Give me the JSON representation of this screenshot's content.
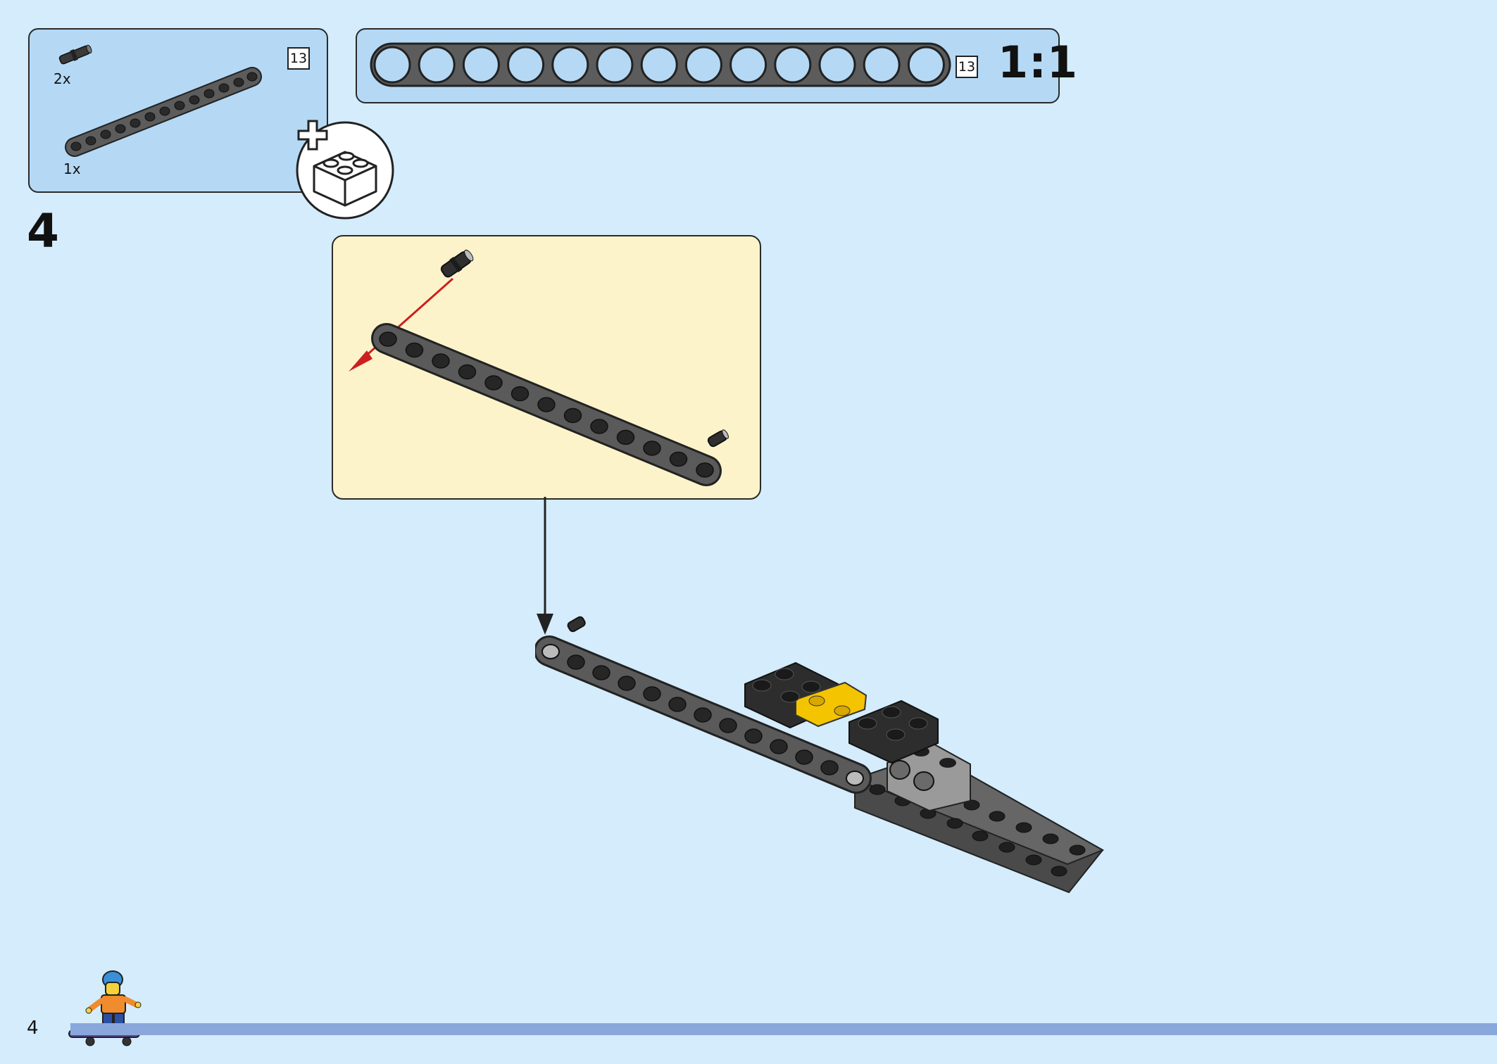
{
  "parts_callout": {
    "items": [
      {
        "quantity": "2x",
        "part": "connector-pin"
      },
      {
        "quantity": "1x",
        "part": "beam-13"
      }
    ],
    "beam_length": "13"
  },
  "scale_reference": {
    "beam_length": "13",
    "scale": "1:1",
    "hole_count": 13
  },
  "step": {
    "number": "4"
  },
  "page": {
    "number": "4"
  },
  "colors": {
    "background": "#d4ecfb",
    "callout_fill": "#b5d9f5",
    "subassembly_fill": "#fdf3cb",
    "beam_gray": "#5a5a5a",
    "arrow_red": "#cc1f1f",
    "bottom_bar": "#8aa7dc"
  },
  "icons": [
    "connector-pin-icon",
    "beam-icon",
    "add-brick-icon",
    "down-arrow-icon",
    "minifigure-skateboard-icon"
  ]
}
